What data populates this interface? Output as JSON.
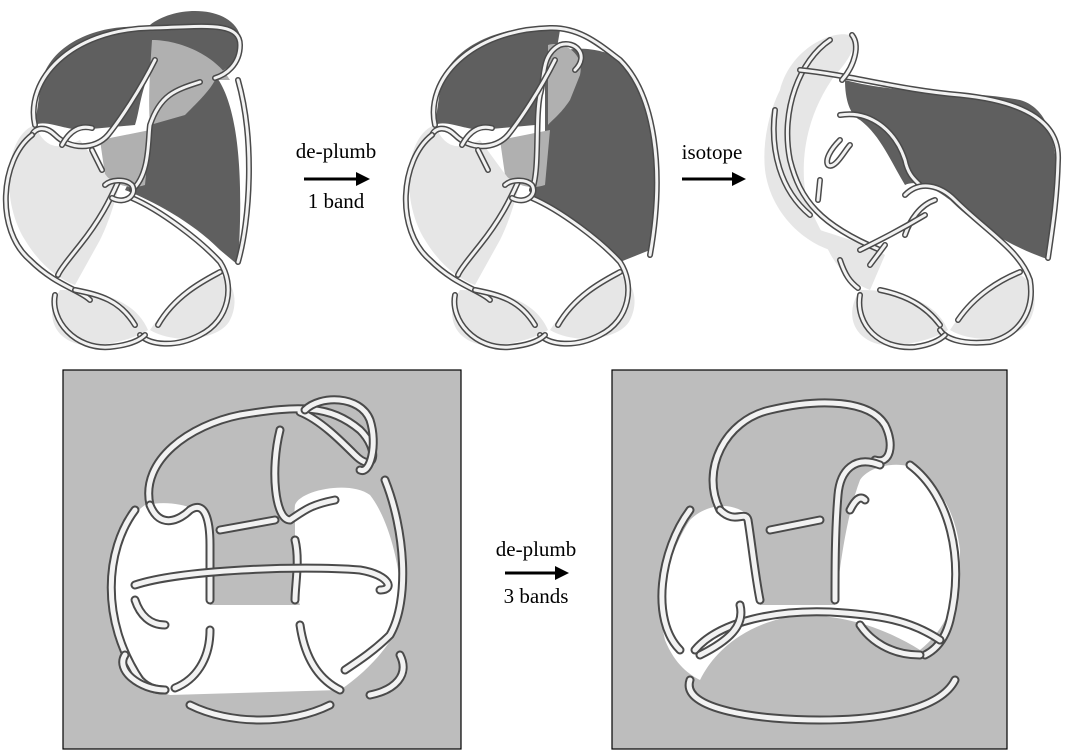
{
  "arrows": [
    {
      "top": "de-plumb",
      "bottom": "1 band"
    },
    {
      "top": "isotope",
      "bottom": ""
    },
    {
      "top": "de-plumb",
      "bottom": "3 bands"
    }
  ],
  "colors": {
    "dark_region": "#5f5f5f",
    "medium_region": "#b0b0b0",
    "light_region": "#e6e6e6",
    "panel_background": "#bdbdbd",
    "tube_outline": "#4a4a4a",
    "tube_fill": "#f2f2f2"
  }
}
